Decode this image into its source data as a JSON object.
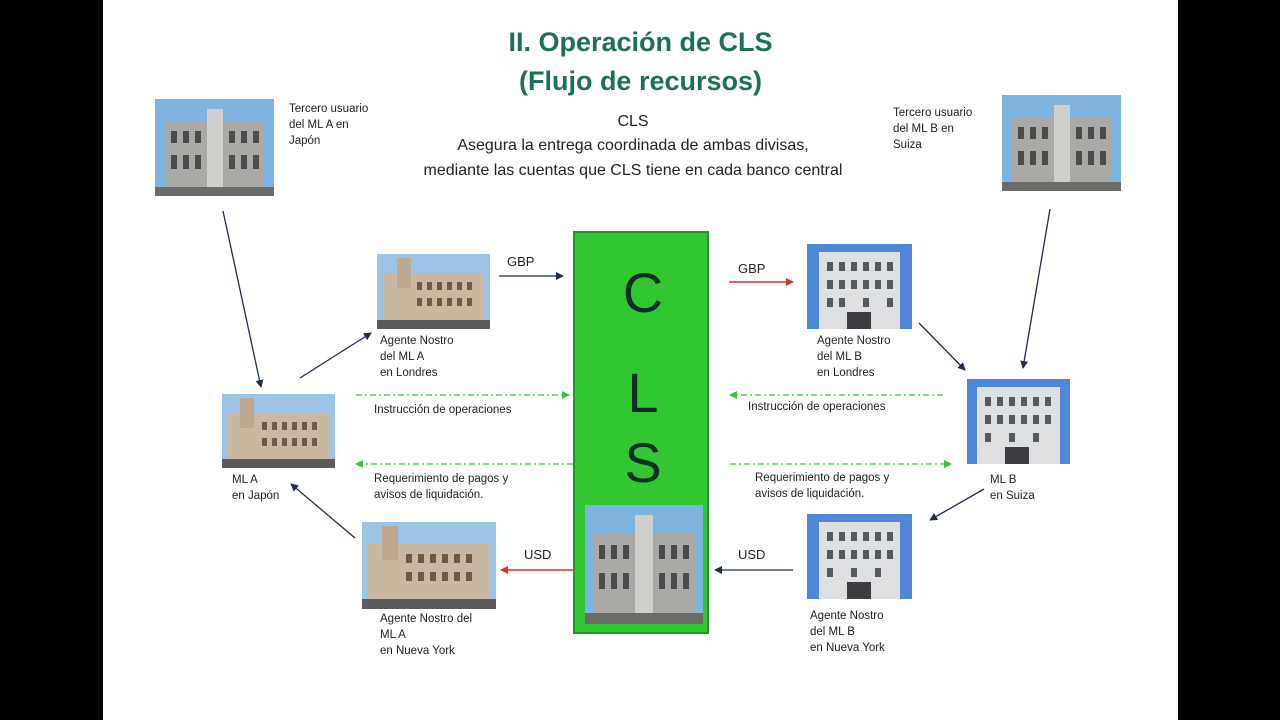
{
  "slide": {
    "title_line1": "II. Operación de CLS",
    "title_line2": "(Flujo de recursos)",
    "cls_heading": "CLS",
    "cls_desc_line1": "Asegura la entrega coordinada de ambas divisas,",
    "cls_desc_line2": "mediante las cuentas que CLS tiene en cada banco central"
  },
  "cls_box": {
    "letters": [
      "C",
      "L",
      "S"
    ]
  },
  "nodes": {
    "third_user_a": {
      "lines": [
        "Tercero usuario",
        "del ML A en",
        "Japón"
      ]
    },
    "third_user_b": {
      "lines": [
        "Tercero usuario",
        "del ML B en",
        "Suiza"
      ]
    },
    "nostro_a_london": {
      "lines": [
        "Agente Nostro",
        "del ML A",
        "en Londres"
      ]
    },
    "nostro_b_london": {
      "lines": [
        "Agente Nostro",
        "del ML B",
        "en Londres"
      ]
    },
    "ml_a_japan": {
      "lines": [
        "ML A",
        "en Japón"
      ]
    },
    "ml_b_swiss": {
      "lines": [
        "ML B",
        "en Suiza"
      ]
    },
    "nostro_a_ny": {
      "lines": [
        "Agente Nostro del",
        "ML A",
        "en Nueva York"
      ]
    },
    "nostro_b_ny": {
      "lines": [
        "Agente Nostro",
        "del ML B",
        "en Nueva York"
      ]
    }
  },
  "flows": {
    "gbp_left": "GBP",
    "gbp_right": "GBP",
    "usd_left": "USD",
    "usd_right": "USD",
    "instr_left": "Instrucción de operaciones",
    "instr_right": "Instrucción de operaciones",
    "req_left_lines": [
      "Requerimiento de pagos y",
      "avisos de liquidación."
    ],
    "req_right_lines": [
      "Requerimiento de pagos y",
      "avisos de liquidación."
    ]
  },
  "colors": {
    "title": "#1e6e5c",
    "cls_green": "#33c633",
    "arrow_dark": "#1f2d4d",
    "arrow_red": "#d83030",
    "dashed_green": "#3fbf3f"
  }
}
